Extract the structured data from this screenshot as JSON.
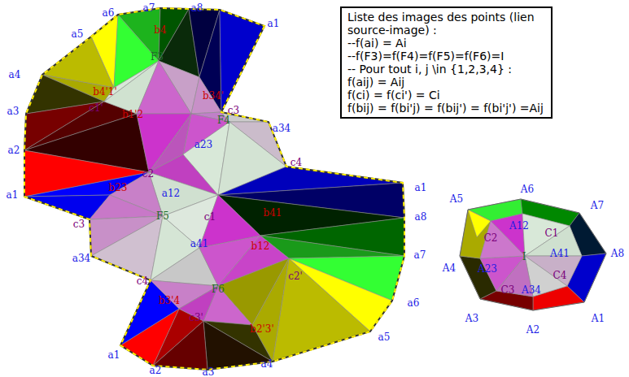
{
  "diagram": {
    "nodes": [
      {
        "text": [
          "Liste des images des points (lien source-image) :",
          "--f(ai) = Ai",
          "--f(F3)=f(F4)=f(F5)=f(F6)=I",
          "-- Pour tout i, j \\in {1,2,3,4} :",
          "f(aij) = Aij",
          "f(ci) = f(ci') = Ci",
          "f(bij) = f(bi'j) = f(bij') = f(bi'j') =Aij"
        ]
      }
    ],
    "labels": [
      "a5",
      "a6",
      "a7",
      "a8",
      "a1",
      "b4'1'",
      "b4",
      "b34'",
      "c3",
      "a4",
      "c1'",
      "F3",
      "a3",
      "b1'2",
      "a23",
      "a34",
      "a2",
      "c4",
      "F4",
      "c2",
      "b23",
      "a12",
      "a1",
      "F5",
      "c1",
      "b41",
      "a1",
      "a8",
      "c3",
      "b12",
      "a41",
      "a34",
      "a7",
      "c2'",
      "c4",
      "F6",
      "b3'4",
      "c3'",
      "b2'3'",
      "a6",
      "a5",
      "a1",
      "a2",
      "a3",
      "a4",
      "A5",
      "A6",
      "A7",
      "A12",
      "C1",
      "C2",
      "A8",
      "A4",
      "A41",
      "A23",
      "I",
      "C4",
      "C3",
      "A34",
      "A3",
      "A2",
      "A1"
    ]
  }
}
